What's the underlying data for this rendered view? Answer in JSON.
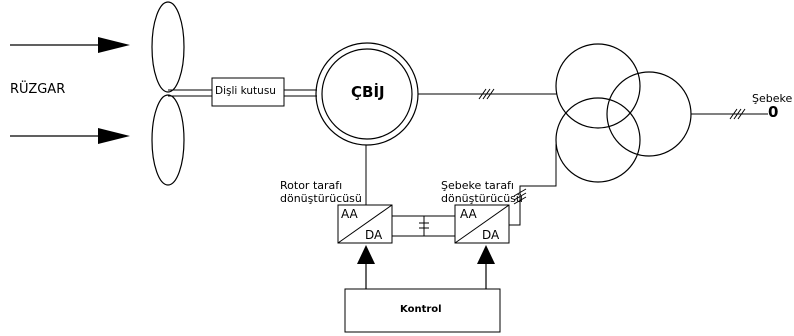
{
  "wind_label": "RÜZGAR",
  "gearbox_label": "Dişli kutusu",
  "generator_label": "ÇBİJ",
  "grid_label": "Şebeke",
  "grid_terminal": "0",
  "rotor_converter": {
    "title_line1": "Rotor tarafı",
    "title_line2": "dönüştürücüsü",
    "ac": "AA",
    "dc": "DA"
  },
  "grid_converter": {
    "title_line1": "Şebeke tarafı",
    "title_line2": "dönüştürücüsü",
    "ac": "AA",
    "dc": "DA"
  },
  "control_label": "Kontrol"
}
